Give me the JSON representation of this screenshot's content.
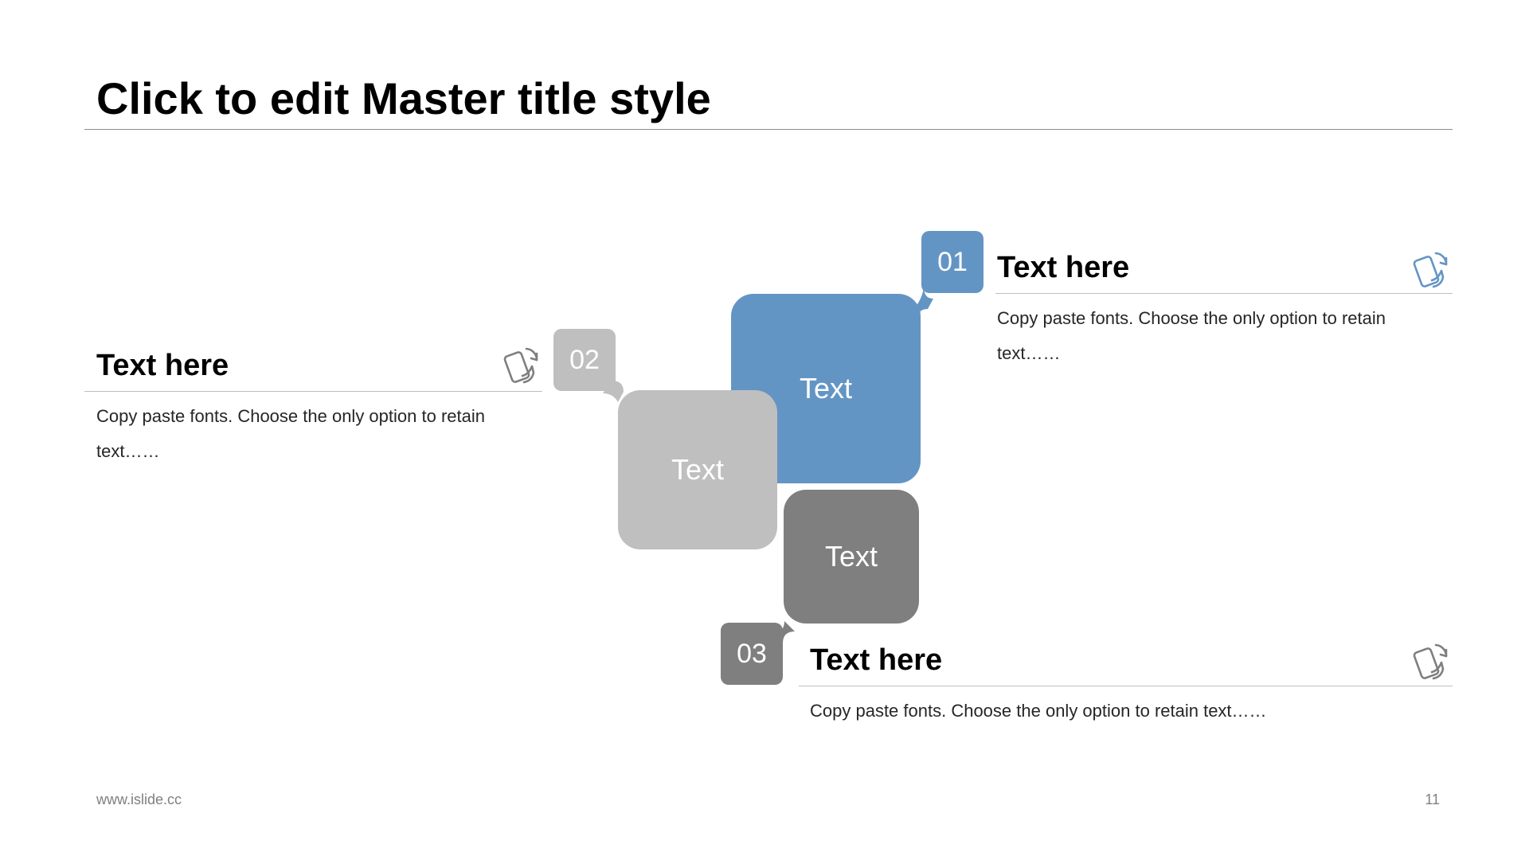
{
  "slide": {
    "title": "Click to edit Master title style",
    "footer_url": "www.islide.cc",
    "page_number": "11"
  },
  "items": [
    {
      "number": "01",
      "tile_text": "Text",
      "heading": "Text here",
      "body": "Copy paste fonts. Choose the only option to retain text……",
      "color": "#6395c4",
      "icon": "phone-rotate-icon"
    },
    {
      "number": "02",
      "tile_text": "Text",
      "heading": "Text here",
      "body": "Copy paste fonts. Choose the only option to retain text……",
      "color": "#bfbfbf",
      "icon": "phone-rotate-icon"
    },
    {
      "number": "03",
      "tile_text": "Text",
      "heading": "Text here",
      "body": "Copy paste fonts. Choose the only option to retain text……",
      "color": "#7f7f7f",
      "icon": "phone-rotate-icon"
    }
  ]
}
